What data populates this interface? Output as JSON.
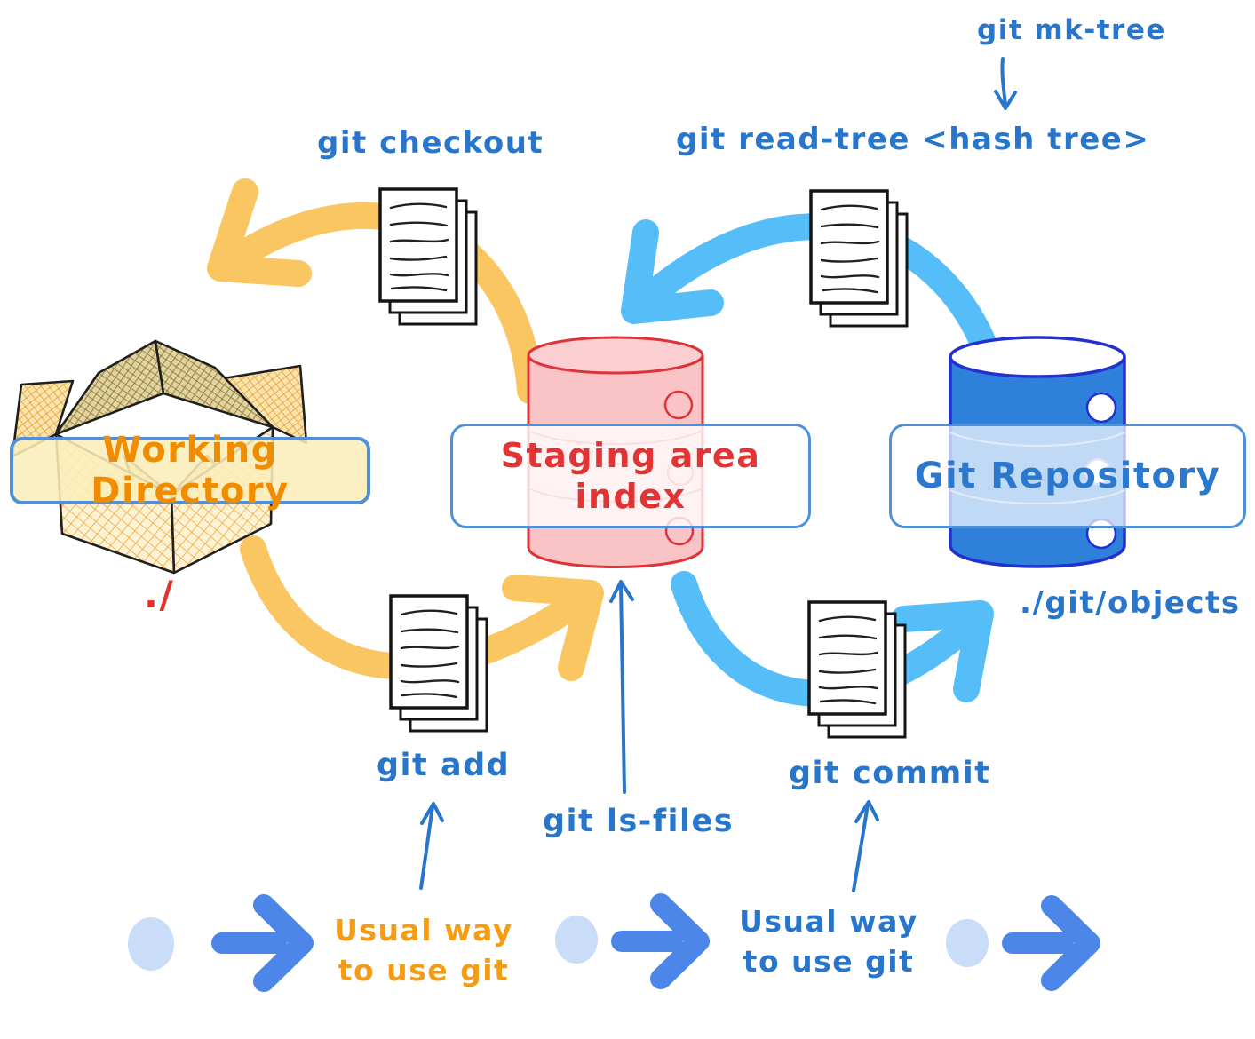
{
  "commands": {
    "mk_tree": "git mk-tree",
    "read_tree": "git read-tree <hash tree>",
    "checkout": "git checkout",
    "add": "git add",
    "commit": "git commit",
    "ls_files": "git ls-files"
  },
  "nodes": {
    "working_directory": {
      "label": "Working Directory",
      "path_label": "./"
    },
    "staging_area": {
      "label_line1": "Staging area",
      "label_line2": "index"
    },
    "git_repository": {
      "label": "Git Repository",
      "path_label": "./git/objects"
    }
  },
  "legend": {
    "item1": {
      "line1": "Usual way",
      "line2": "to use git"
    },
    "item2": {
      "line1": "Usual way",
      "line2": "to use git"
    }
  },
  "icons": {
    "working_directory": "open-cardboard-box-icon",
    "staging_area": "red-database-cylinder-icon",
    "git_repository": "blue-database-cylinder-icon",
    "files": "document-stack-icon",
    "flow": "curved-arrow-icon",
    "legend_marker": "dot-arrow-icon"
  },
  "colors": {
    "handwritten_blue": "#2776CC",
    "handwritten_orange": "#F59C15",
    "handwritten_red": "#E03131",
    "orange_arrow": "#FAC662",
    "light_blue_arrow": "#55BEF8",
    "legend_arrow_blue": "#4C86E8",
    "legend_dot_blue": "#C9DCF8",
    "staging_fill": "#FAC3C6",
    "staging_stroke": "#DC3338",
    "repo_fill": "#2E80DA",
    "repo_stroke": "#2230CF",
    "label_border_blue": "#4F90DB",
    "wd_label_bg": "#FBEEBB"
  }
}
